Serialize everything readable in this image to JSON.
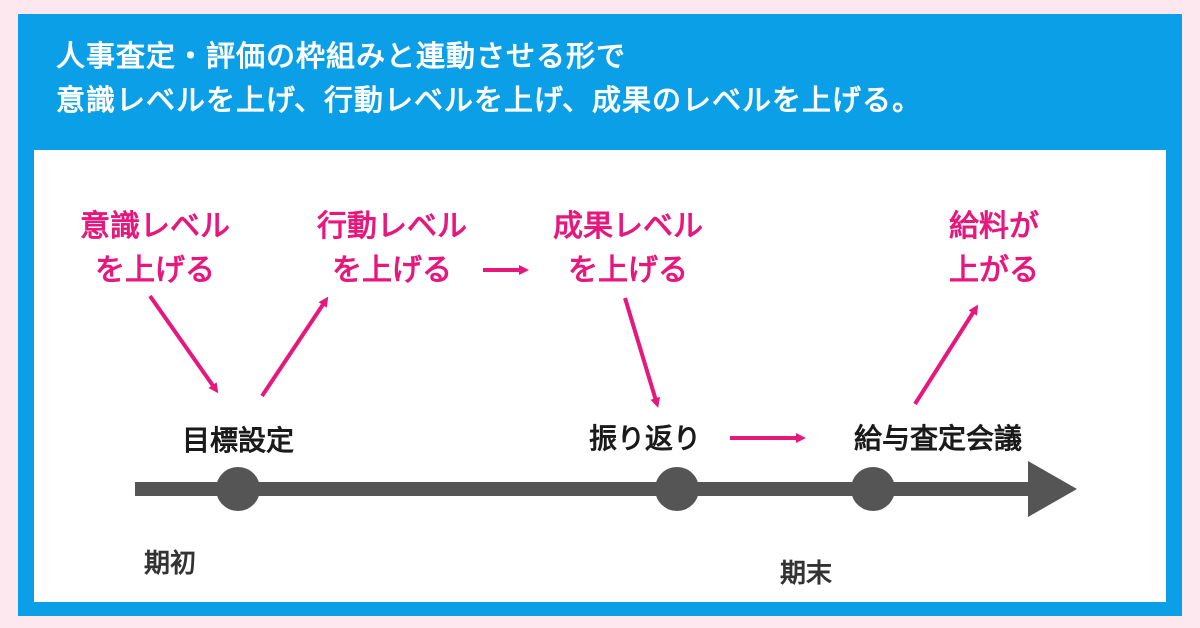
{
  "header": {
    "line1": "人事査定・評価の枠組みと連動させる形で",
    "line2": "意識レベルを上げ、行動レベルを上げ、成果のレベルを上げる。"
  },
  "steps": {
    "awareness": {
      "line1": "意識レベル",
      "line2": "を上げる"
    },
    "action": {
      "line1": "行動レベル",
      "line2": "を上げる"
    },
    "results": {
      "line1": "成果レベル",
      "line2": "を上げる"
    },
    "salary": {
      "line1": "給料が",
      "line2": "上がる"
    }
  },
  "events": {
    "goal_setting": "目標設定",
    "review": "振り返り",
    "salary_meeting": "給与査定会議"
  },
  "timeline": {
    "start_label": "期初",
    "end_label": "期末"
  },
  "colors": {
    "frame": "#0a9fe6",
    "accent": "#e6177d",
    "timeline": "#555555",
    "background": "#fde8f0"
  }
}
